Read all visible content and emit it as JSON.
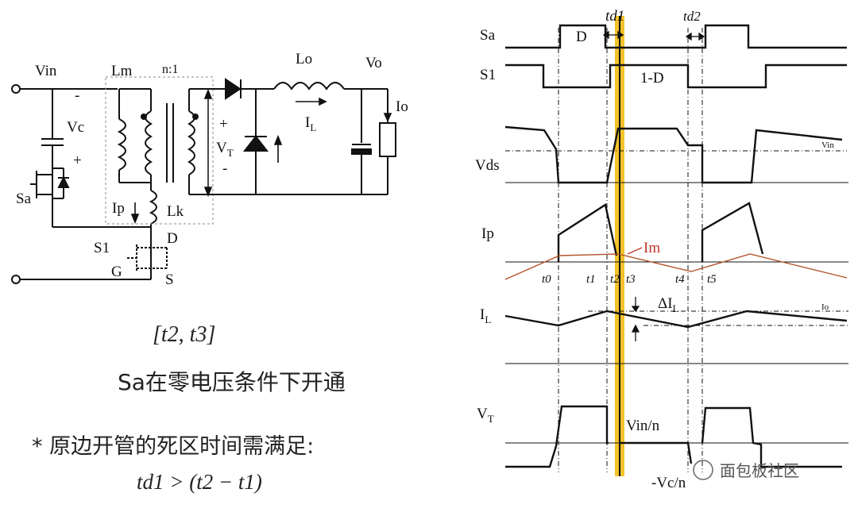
{
  "circuit": {
    "vin": "Vin",
    "lm": "Lm",
    "ratio": "n:1",
    "lo": "Lo",
    "vo": "Vo",
    "io": "Io",
    "vc": "Vc",
    "vt": "V",
    "vt_sub": "T",
    "il": "I",
    "il_sub": "L",
    "sa": "Sa",
    "ip": "Ip",
    "lk": "Lk",
    "s1": "S1",
    "d": "D",
    "g": "G",
    "s": "S",
    "plus": "+",
    "minus": "-"
  },
  "notes": {
    "interval": "[t2, t3]",
    "statement": "Sa在零电压条件下开通",
    "condition": "* 原边开管的死区时间需满足:",
    "formula": "td1 > (t2 − t1)"
  },
  "waveforms": {
    "sa": "Sa",
    "s1": "S1",
    "vds": "Vds",
    "ip": "Ip",
    "il": "I",
    "il_sub": "L",
    "vt": "V",
    "vt_sub": "T",
    "td1": "td1",
    "td2": "td2",
    "d": "D",
    "one_minus_d": "1-D",
    "vin_small": "Vin",
    "im": "Im",
    "io_small": "Io",
    "delta": "ΔI",
    "delta_sub": "L",
    "vin_n": "Vin/n",
    "neg_vc_n": "-Vc/n",
    "t0": "t0",
    "t1": "t1",
    "t2": "t2",
    "t3": "t3",
    "t4": "t4",
    "t5": "t5"
  },
  "watermark": {
    "text": "面包板社区"
  },
  "colors": {
    "highlight": "#F2B705",
    "im_curve": "#B5542B",
    "im_label": "#C0392B",
    "ink": "#111111"
  }
}
